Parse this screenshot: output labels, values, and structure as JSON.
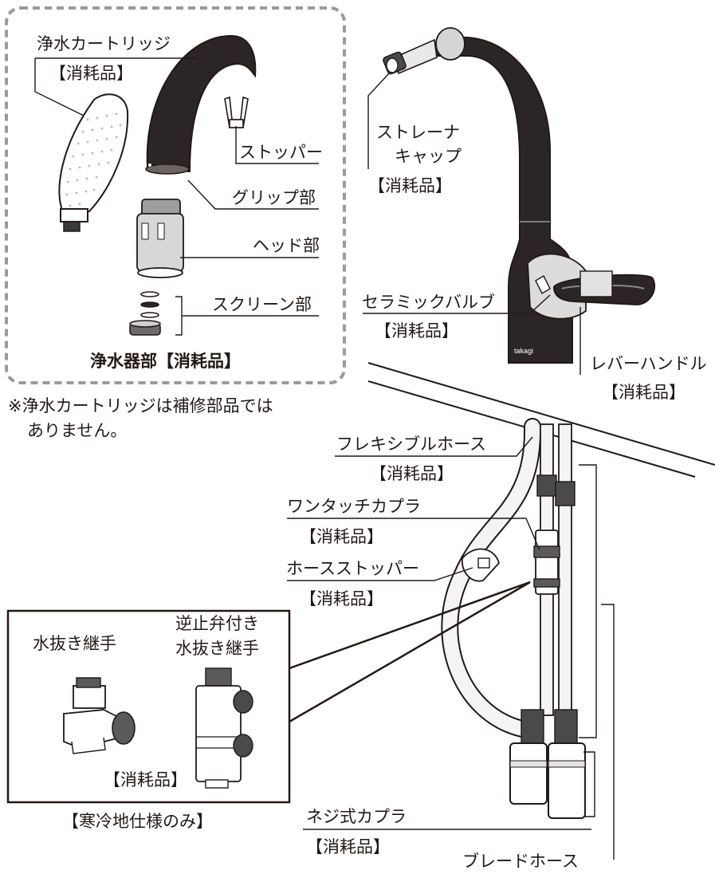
{
  "labels": {
    "cartridge": "浄水カートリッジ",
    "cartridge_consumable": "【消耗品】",
    "stopper": "ストッパー",
    "grip": "グリップ部",
    "head": "ヘッド部",
    "screen": "スクリーン部",
    "purifier_title": "浄水器部【消耗品】",
    "note_line1": "※浄水カートリッジは補修部品では",
    "note_line2": "ありません。",
    "strainer_line1": "ストレーナ",
    "strainer_line2": "キャップ",
    "strainer_consumable": "【消耗品】",
    "ceramic": "セラミックバルブ",
    "ceramic_consumable": "【消耗品】",
    "lever": "レバーハンドル",
    "lever_consumable": "【消耗品】",
    "flexible": "フレキシブルホース",
    "flexible_consumable": "【消耗品】",
    "onetouch": "ワンタッチカプラ",
    "onetouch_consumable": "【消耗品】",
    "hose_stopper": "ホースストッパー",
    "hose_stopper_consumable": "【消耗品】",
    "drain": "水抜き継手",
    "check_drain_line1": "逆止弁付き",
    "check_drain_line2": "水抜き継手",
    "drain_consumable": "【消耗品】",
    "cold_region": "【寒冷地仕様のみ】",
    "screw_coupler": "ネジ式カプラ",
    "screw_coupler_consumable": "【消耗品】",
    "braided": "ブレードホース",
    "brand": "takagi"
  },
  "colors": {
    "line": "#231815",
    "body": "#2b2625",
    "hose": "#f4f4f4",
    "dash": "#9a9a9a"
  }
}
